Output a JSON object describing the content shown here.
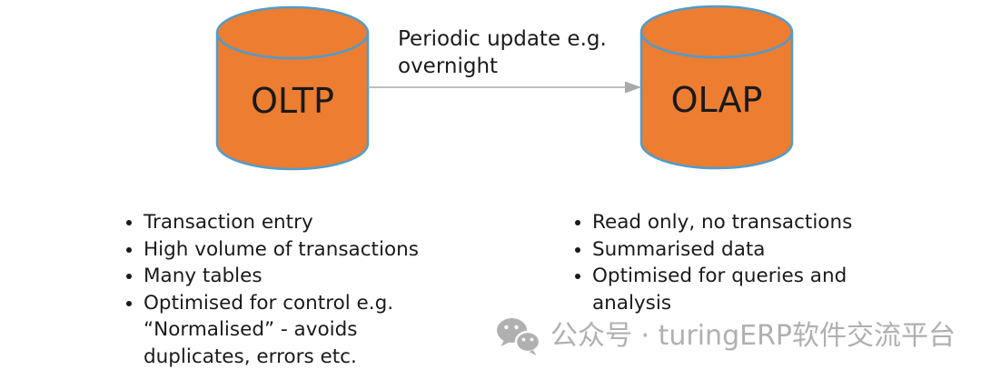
{
  "diagram": {
    "oltp": {
      "label": "OLTP"
    },
    "olap": {
      "label": "OLAP"
    },
    "arrow": {
      "label": "Periodic update e.g.\novernight"
    }
  },
  "lists": {
    "oltp": {
      "items": [
        "Transaction entry",
        "High volume of transactions",
        "Many tables",
        "Optimised for control e.g.\n“Normalised” - avoids\nduplicates, errors etc."
      ]
    },
    "olap": {
      "items": [
        "Read only, no transactions",
        "Summarised data",
        "Optimised for queries and\nanalysis"
      ]
    }
  },
  "watermark": {
    "icon": "wechat-icon",
    "text": "公众号 · turingERP软件交流平台"
  },
  "colors": {
    "cylinder_fill": "#ED7D31",
    "cylinder_stroke": "#509CCC",
    "arrow": "#A9A9A9",
    "text": "#1A1A1A",
    "watermark": "#B0B0B0"
  }
}
